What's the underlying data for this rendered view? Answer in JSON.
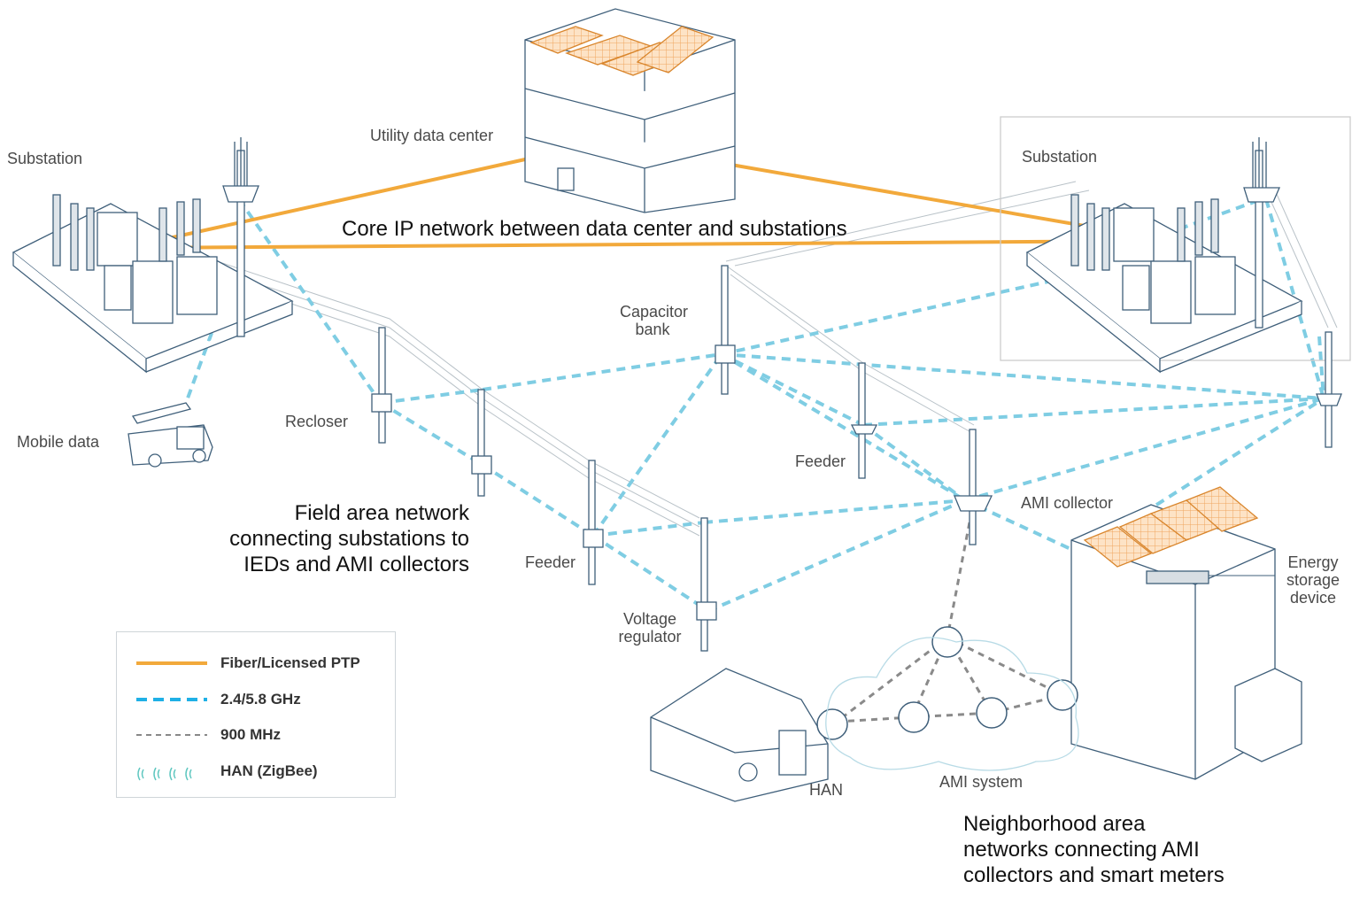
{
  "labels": {
    "substation_left": "Substation",
    "substation_right": "Substation",
    "data_center": "Utility data center",
    "mobile_data": "Mobile data",
    "recloser": "Recloser",
    "capacitor_bank": "Capacitor\nbank",
    "feeder_mid": "Feeder",
    "feeder_low": "Feeder",
    "voltage_regulator": "Voltage\nregulator",
    "ami_collector": "AMI collector",
    "energy_storage": "Energy\nstorage\ndevice",
    "han": "HAN",
    "ami_system": "AMI system"
  },
  "callouts": {
    "core": "Core IP network between data center and substations",
    "field": "Field area network\nconnecting substations to\nIEDs and AMI collectors",
    "neighborhood": "Neighborhood area\nnetworks connecting AMI\ncollectors and smart meters"
  },
  "legend": {
    "items": [
      {
        "label": "Fiber/Licensed PTP",
        "style": "solid",
        "color": "#f2a93b"
      },
      {
        "label": "2.4/5.8 GHz",
        "style": "dashed",
        "color": "#1fb0e6"
      },
      {
        "label": "900 MHz",
        "style": "dashed-thin",
        "color": "#888888"
      },
      {
        "label": "HAN (ZigBee)",
        "style": "waves",
        "color": "#5fc7c0"
      }
    ]
  },
  "colors": {
    "fiber": "#f2a93b",
    "wifi": "#7fcde3",
    "mhz900": "#8a8a8a",
    "line_art": "#3f5f7a",
    "solar": "#f4b36b"
  }
}
